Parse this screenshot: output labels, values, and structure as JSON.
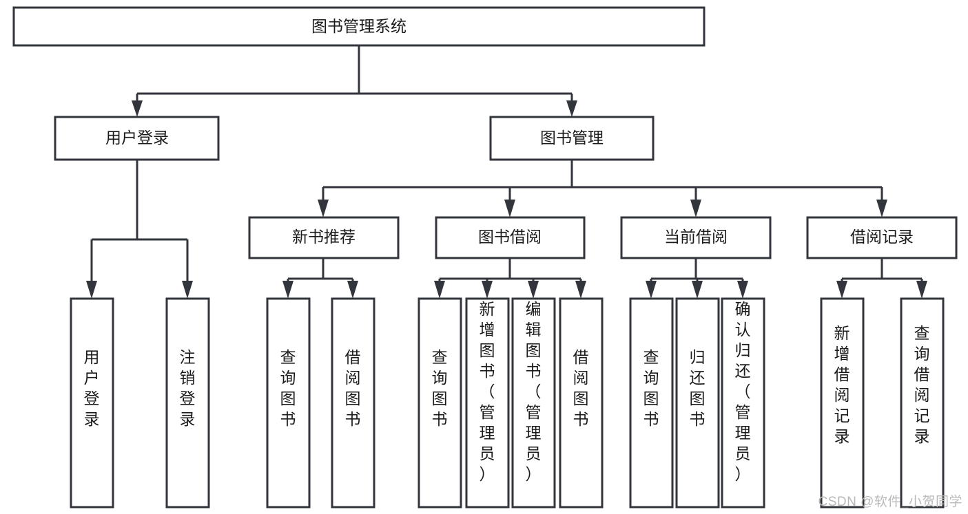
{
  "diagram": {
    "type": "tree-hierarchy",
    "title": "图书管理系统",
    "orientation": "top-down",
    "watermark": "CSDN @软件_小贺同学",
    "colors": {
      "node_fill": "#ffffff",
      "node_stroke": "#32353b",
      "edge": "#32353b",
      "text": "#1b1b1b",
      "watermark": "#b9b9b9",
      "background": "#ffffff"
    },
    "levels": {
      "root": "图书管理系统",
      "level2": [
        "用户登录",
        "图书管理"
      ],
      "level3": [
        "新书推荐",
        "图书借阅",
        "当前借阅",
        "借阅记录"
      ],
      "leaves": [
        "用户登录",
        "注销登录",
        "查询图书",
        "借阅图书",
        "查询图书",
        "新增图书（管理员）",
        "编辑图书（管理员）",
        "借阅图书",
        "查询图书",
        "归还图书",
        "确认归还（管理员）",
        "新增借阅记录",
        "查询借阅记录"
      ]
    },
    "nodes": {
      "root": {
        "label": "图书管理系统"
      },
      "user_login": {
        "label": "用户登录"
      },
      "book_manage": {
        "label": "图书管理"
      },
      "new_book_rec": {
        "label": "新书推荐"
      },
      "book_borrow": {
        "label": "图书借阅"
      },
      "current_borrow": {
        "label": "当前借阅"
      },
      "borrow_record": {
        "label": "借阅记录"
      },
      "leaf_user_login": {
        "label": "用户登录"
      },
      "leaf_logout": {
        "label": "注销登录"
      },
      "leaf_query_book_a": {
        "label": "查询图书"
      },
      "leaf_borrow_book_a": {
        "label": "借阅图书"
      },
      "leaf_query_book_b": {
        "label": "查询图书"
      },
      "leaf_add_book": {
        "label": "新增图书（管理员）"
      },
      "leaf_edit_book": {
        "label": "编辑图书（管理员）"
      },
      "leaf_borrow_book_b": {
        "label": "借阅图书"
      },
      "leaf_query_book_c": {
        "label": "查询图书"
      },
      "leaf_return_book": {
        "label": "归还图书"
      },
      "leaf_confirm_return": {
        "label": "确认归还（管理员）"
      },
      "leaf_add_record": {
        "label": "新增借阅记录"
      },
      "leaf_query_record": {
        "label": "查询借阅记录"
      }
    }
  }
}
